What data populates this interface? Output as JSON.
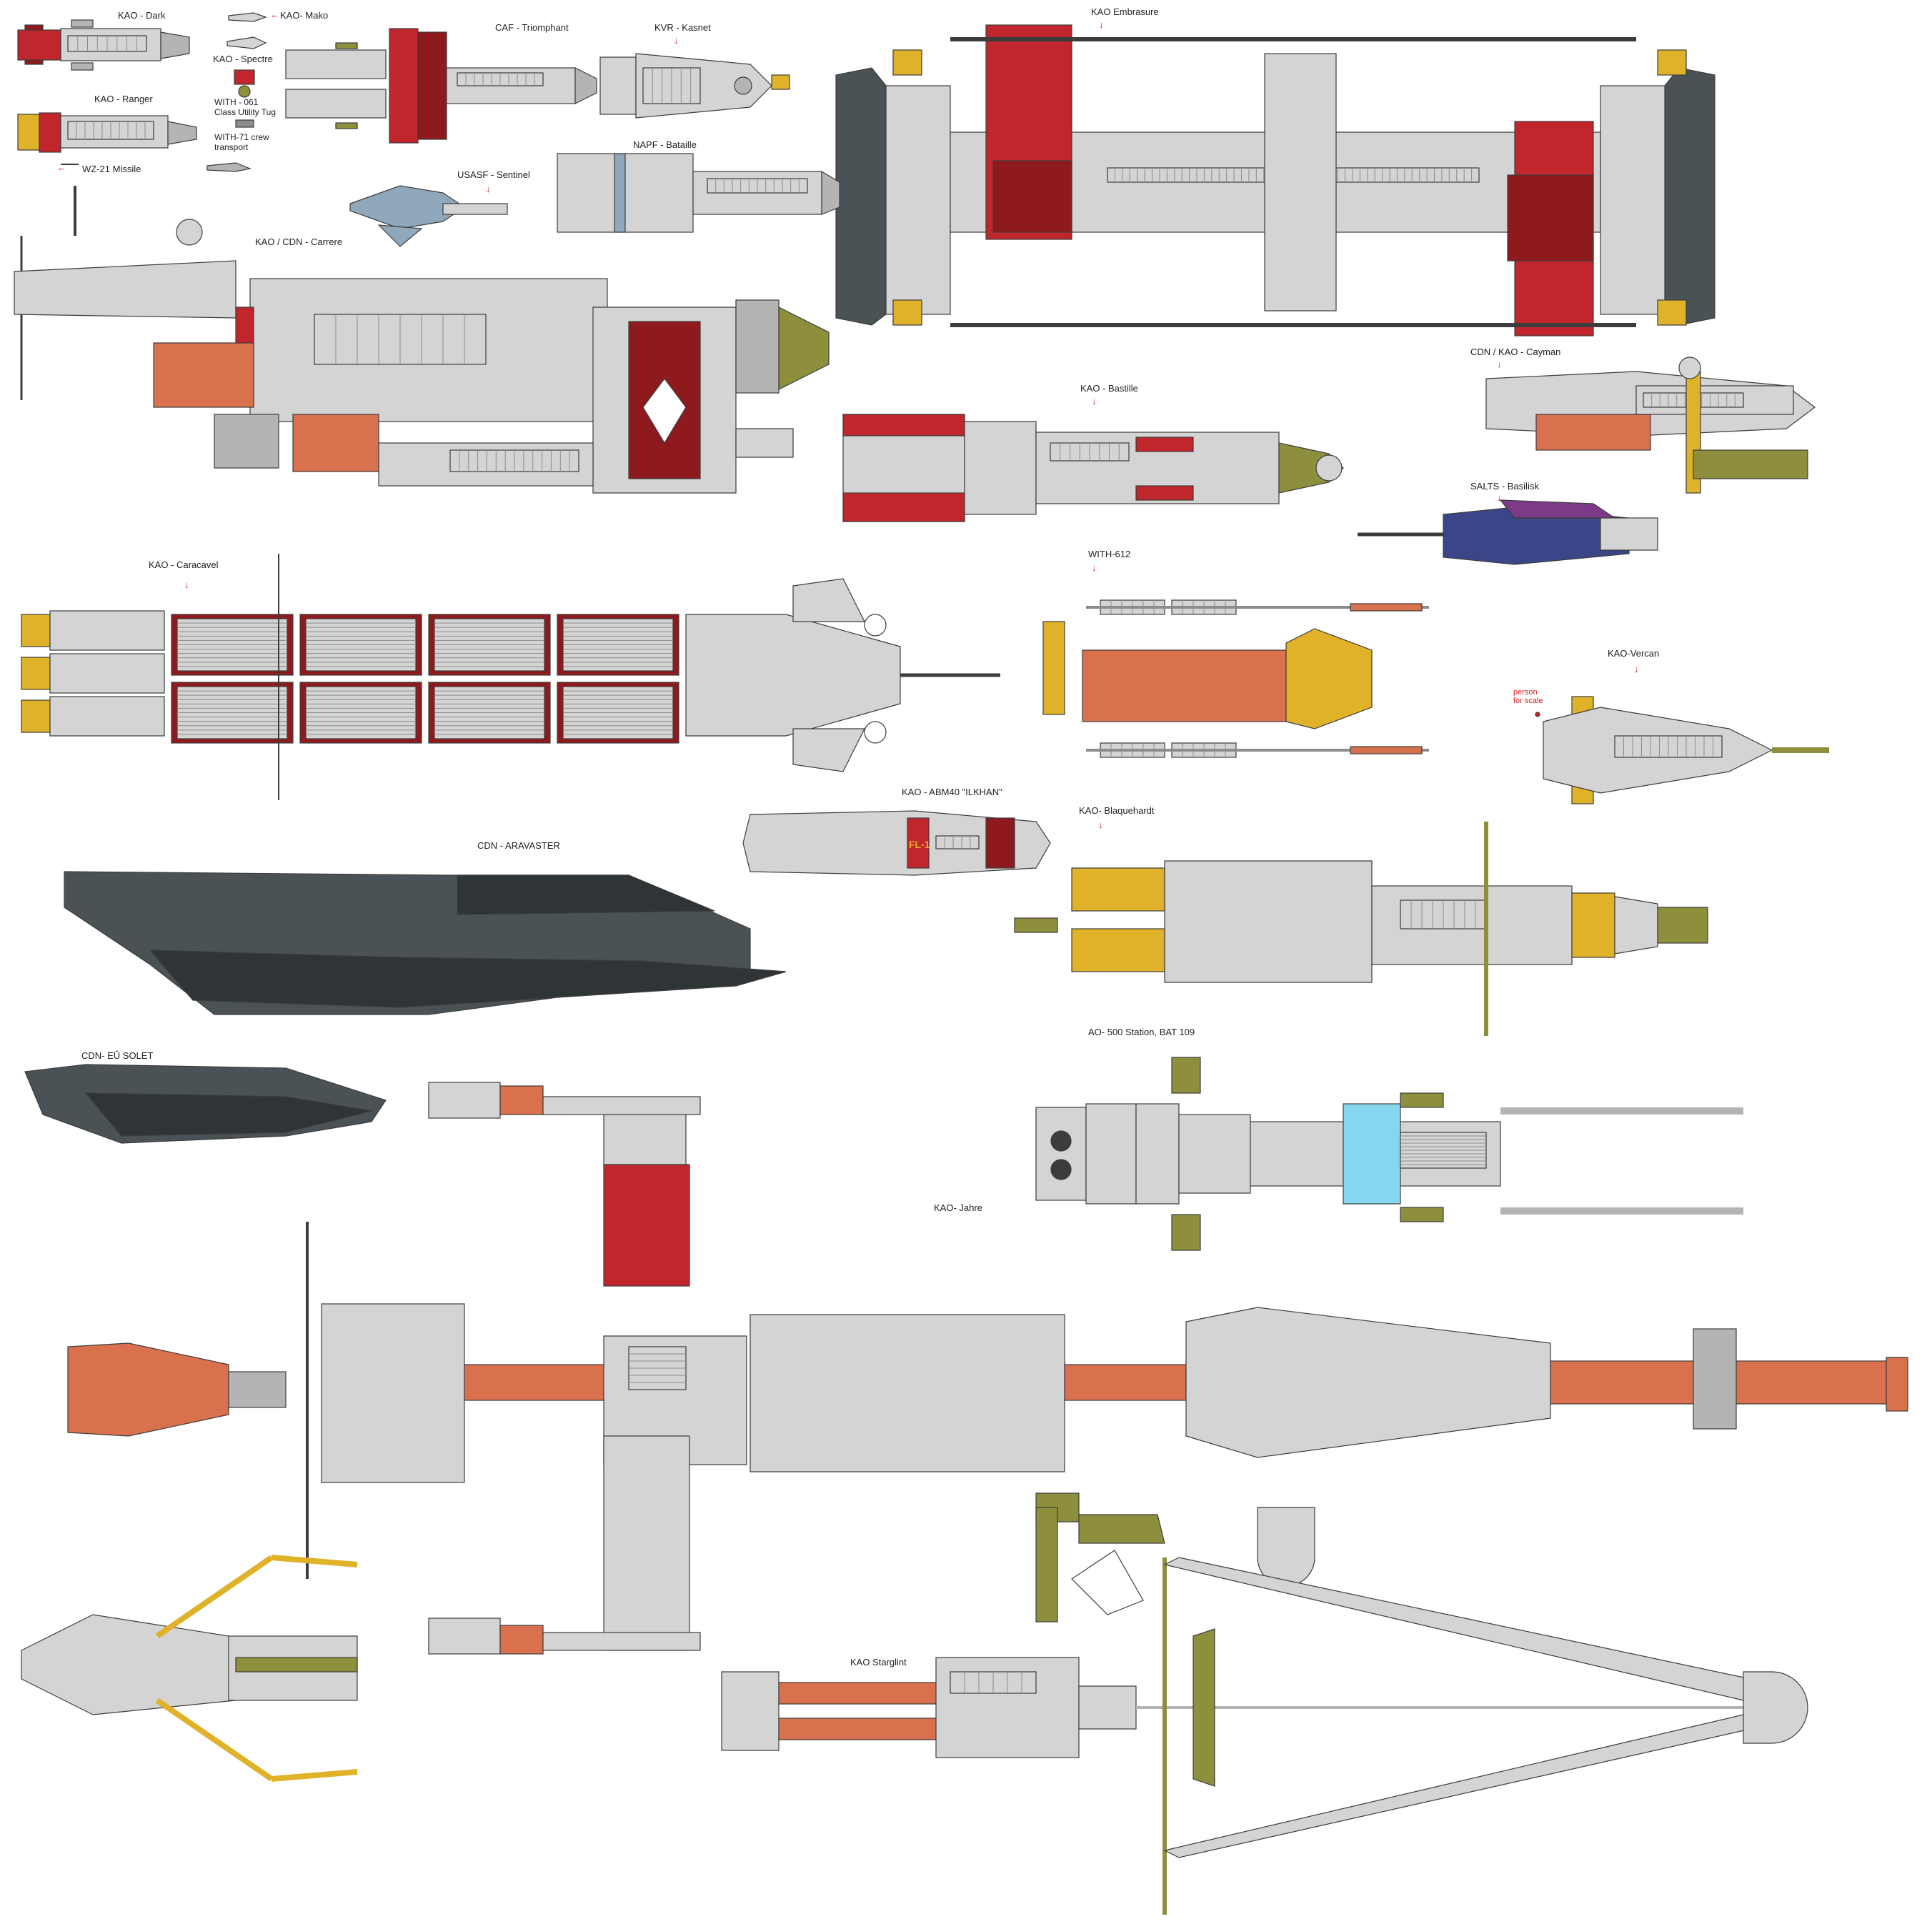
{
  "labels": {
    "dark": "KAO - Dark",
    "mako": "KAO- Mako",
    "spectre": "KAO - Spectre",
    "with061_line1": "WITH - 061",
    "with061_line2": "Class Utility Tug",
    "with71_line1": "WITH-71 crew",
    "with71_line2": "transport",
    "ranger": "KAO - Ranger",
    "wz21": "WZ-21 Missile",
    "triomphant": "CAF - Triomphant",
    "kasnet": "KVR - Kasnet",
    "embrasure": "KAO Embrasure",
    "sentinel": "USASF - Sentinel",
    "bataille": "NAPF - Bataille",
    "carrere": "KAO / CDN - Carrere",
    "cayman": "CDN / KAO - Cayman",
    "bastille": "KAO - Bastille",
    "basilisk": "SALTS - Basilisk",
    "caracavel": "KAO - Caracavel",
    "with612": "WITH-612",
    "vercan": "KAO-Vercan",
    "person_line1": "person",
    "person_line2": "for scale",
    "ilkhan": "KAO - ABM40 \"ILKHAN\"",
    "fl1": "FL-1",
    "blaquehardt": "KAO- Blaquehardt",
    "aravaster": "CDN - ARAVASTER",
    "solet": "CDN- EÛ SOLET",
    "station": "AO- 500 Station, BAT 109",
    "jahre": "KAO- Jahre",
    "starglint": "KAO Starglint"
  },
  "colors": {
    "hull_white": "#e8e8e8",
    "hull_light": "#d4d4d4",
    "hull_mid": "#b4b4b4",
    "hull_dark": "#8c8c8c",
    "outline": "#3c3c3c",
    "red": "#c0262c",
    "red_dark": "#8e1a1e",
    "orange": "#d9704e",
    "orange_dark": "#a9502f",
    "olive": "#8d8f3d",
    "olive_dark": "#5f6128",
    "gold": "#e0b22a",
    "gold_dark": "#a7821a",
    "grey_hull": "#4b5255",
    "grey_hull_dark": "#2f3436",
    "blue_grey": "#90a8bc",
    "cyan": "#86d6ef",
    "purple": "#7c3a88",
    "navy": "#3a4688",
    "label_red": "#d21e1e"
  }
}
